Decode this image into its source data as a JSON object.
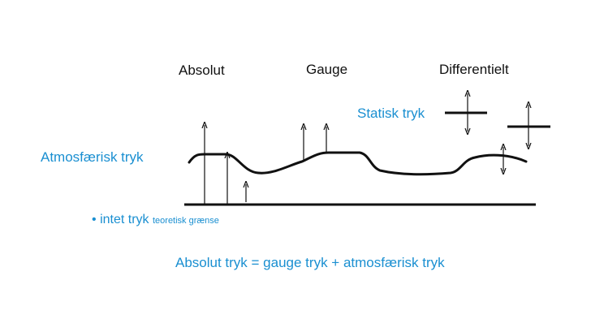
{
  "colors": {
    "accent": "#1a8fd1",
    "ink": "#111111"
  },
  "headers": {
    "absolute": "Absolut",
    "gauge": "Gauge",
    "differential": "Differentielt"
  },
  "labels": {
    "static_pressure": "Statisk tryk",
    "atmospheric_pressure": "Atmosfærisk tryk",
    "no_pressure_bullet": "•",
    "no_pressure": "intet tryk",
    "theoretical_limit": "teoretisk grænse"
  },
  "formula": "Absolut tryk = gauge tryk + atmosfærisk tryk"
}
